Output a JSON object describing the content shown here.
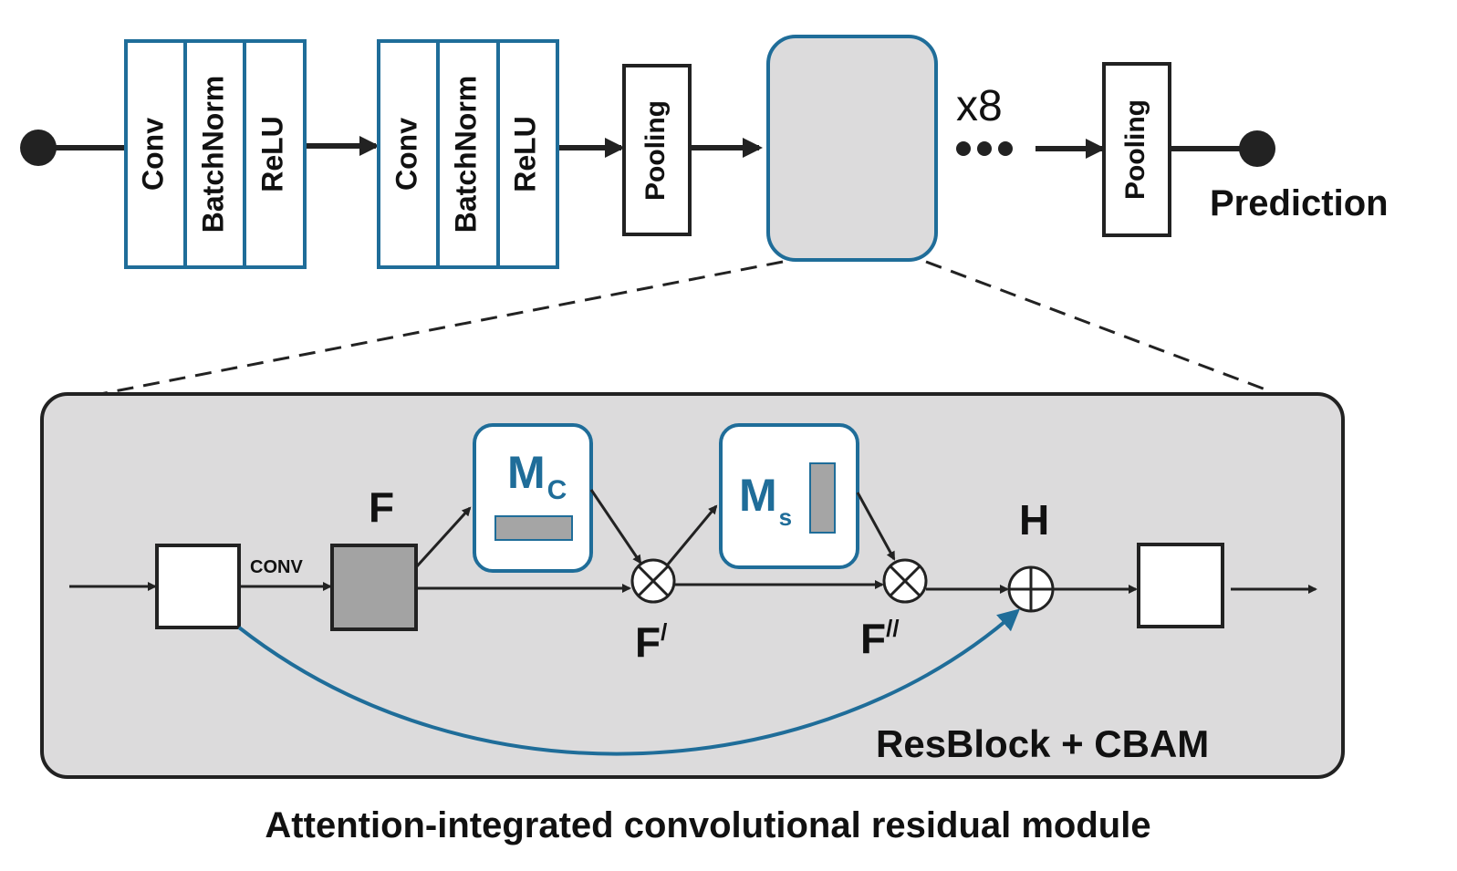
{
  "top_row": {
    "block1": {
      "layers": [
        "Conv",
        "BatchNorm",
        "ReLU"
      ]
    },
    "block2": {
      "layers": [
        "Conv",
        "BatchNorm",
        "ReLU"
      ]
    },
    "pooling1": "Pooling",
    "repeat_label": "x8",
    "pooling2": "Pooling",
    "output_label": "Prediction"
  },
  "detail": {
    "conv_label": "CONV",
    "f_label": "F",
    "mc_main": "M",
    "mc_sub": "C",
    "ms_main": "M",
    "ms_sub": "s",
    "f_prime_main": "F",
    "f_prime_sup": "/",
    "f_dprime_main": "F",
    "f_dprime_sup": "//",
    "h_label": "H",
    "block_title": "ResBlock + CBAM"
  },
  "caption": "Attention-integrated convolutional residual module",
  "colors": {
    "accent_blue": "#1f6d99",
    "panel_gray": "#dcdbdc",
    "feature_gray": "#a3a3a3",
    "map_gray": "#a5a5a5",
    "line_dark": "#222222"
  }
}
